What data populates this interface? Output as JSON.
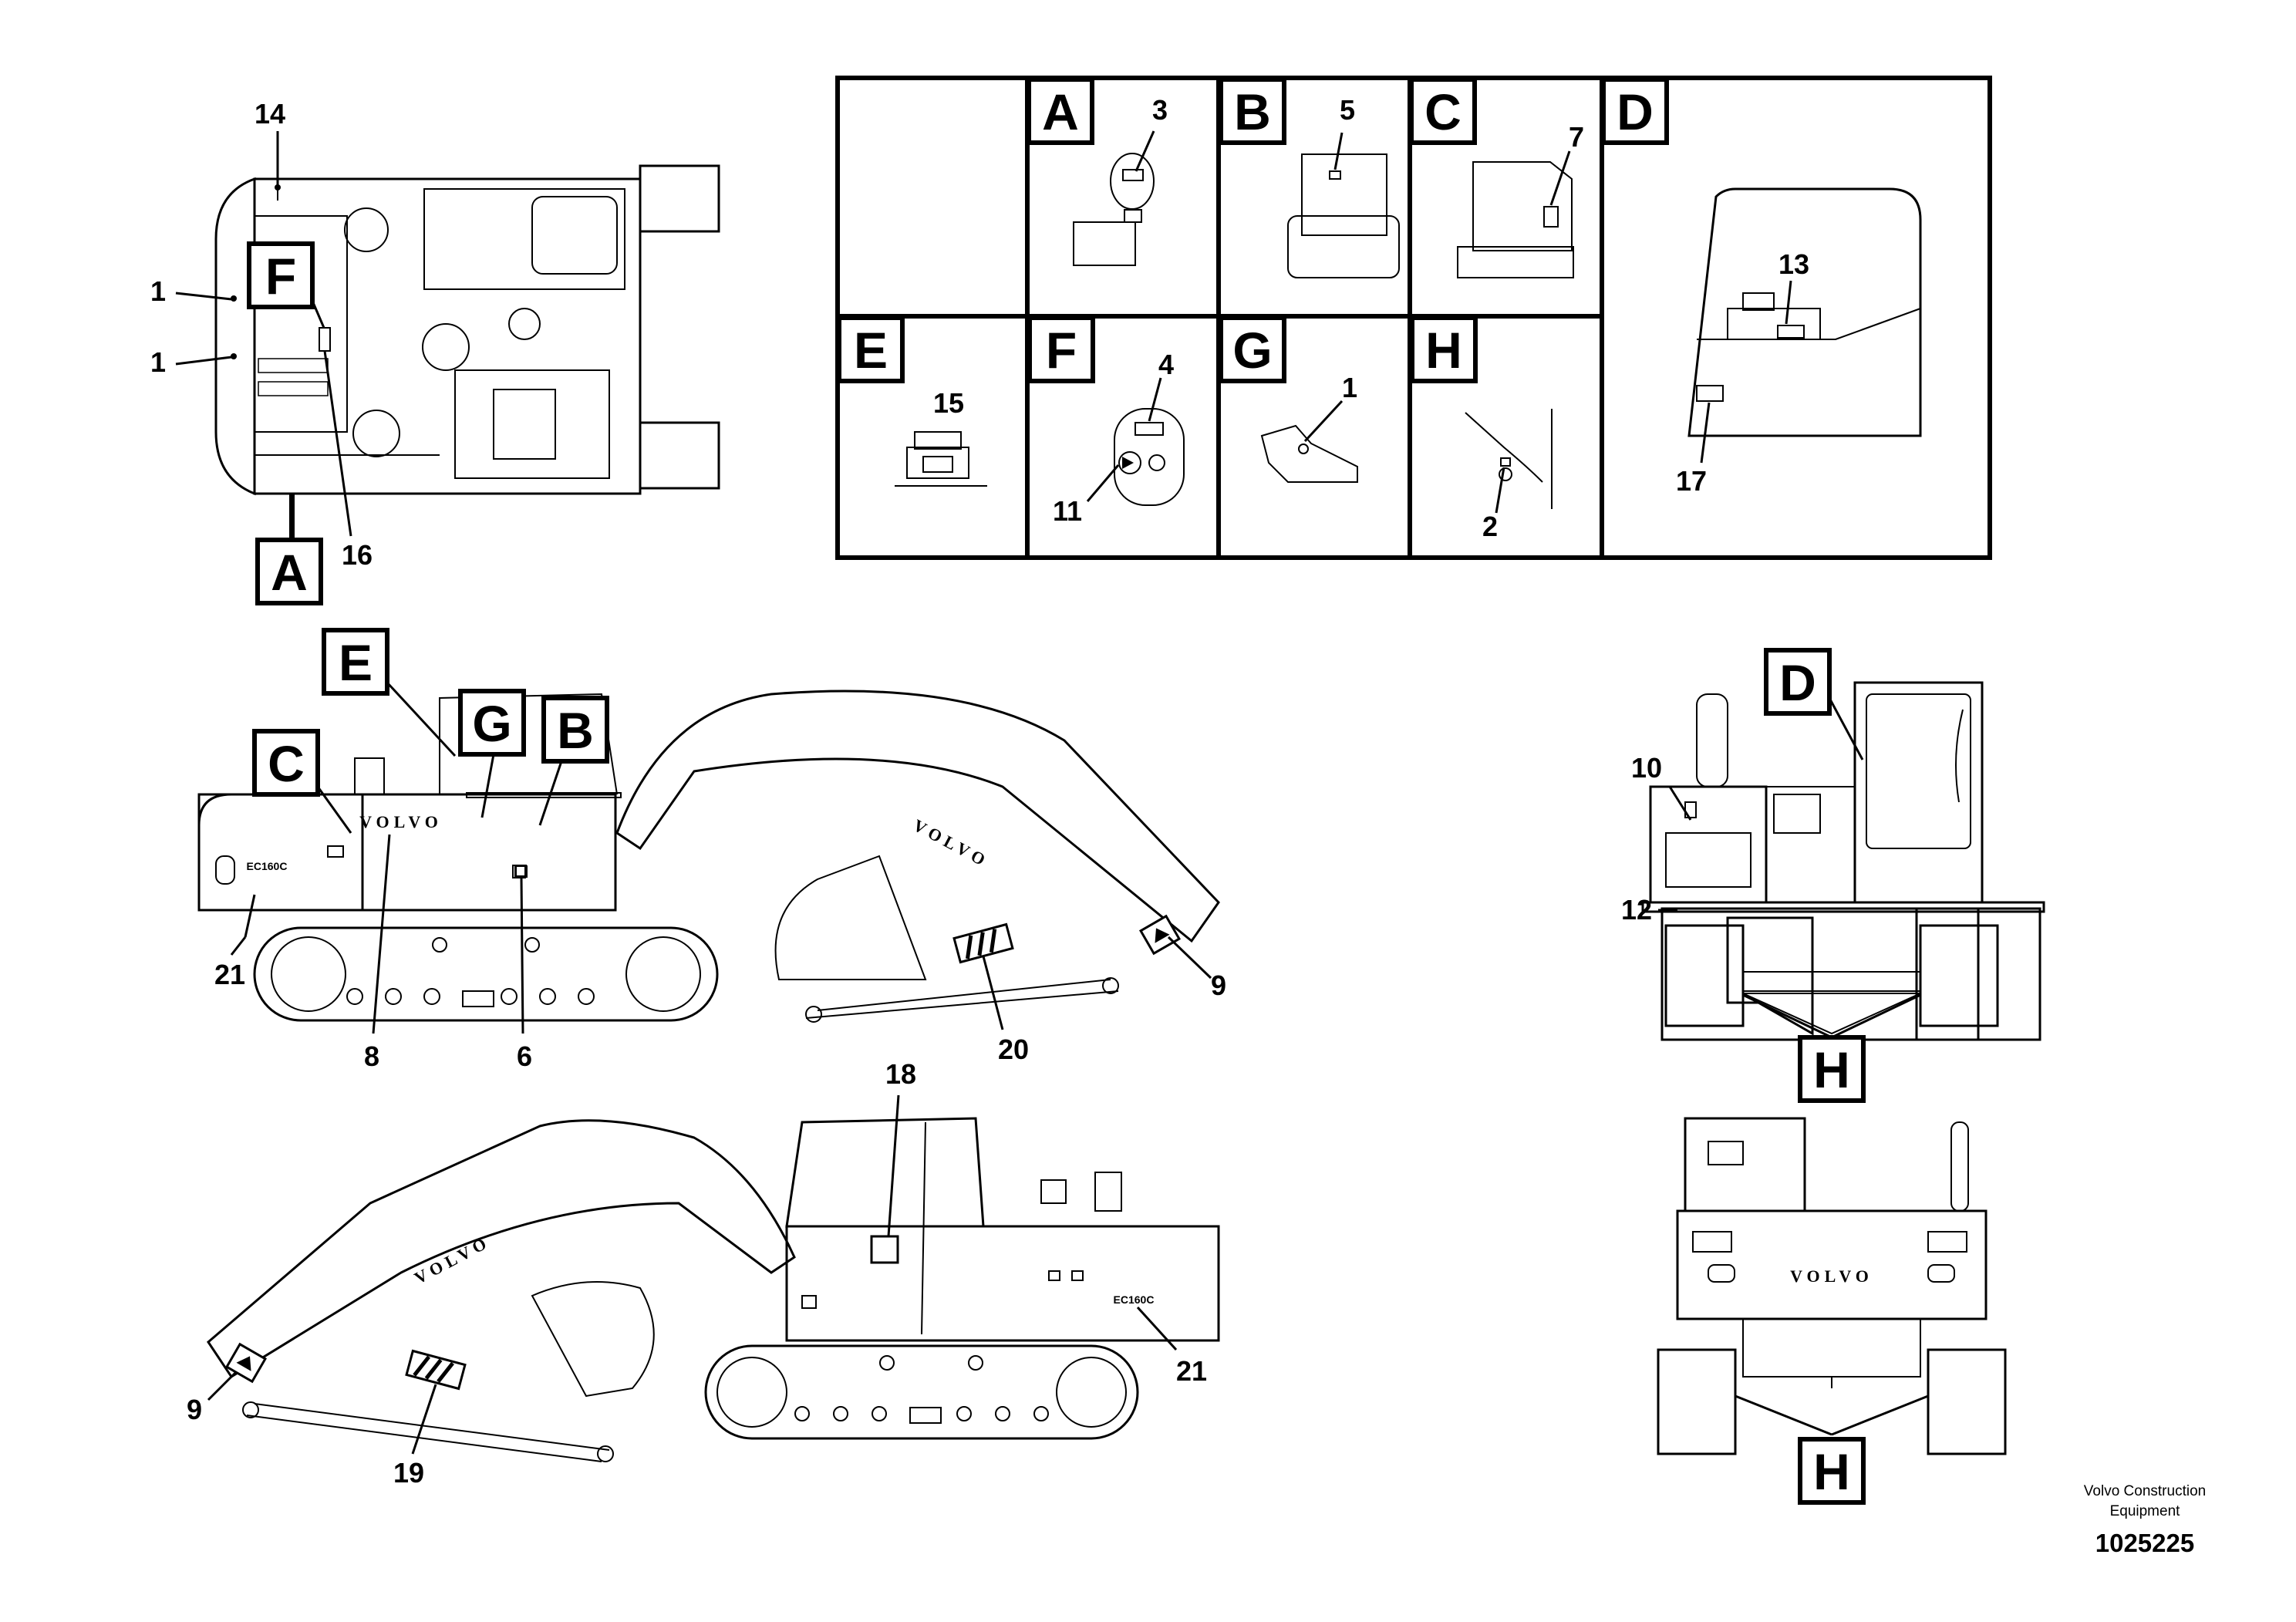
{
  "footer": {
    "company_line1": "Volvo Construction",
    "company_line2": "Equipment",
    "drawing_number": "1025225"
  },
  "brand_decal": "VOLVO",
  "model_decal": "EC160C",
  "detail_panels": [
    {
      "letter": "A",
      "callouts": [
        "3"
      ]
    },
    {
      "letter": "B",
      "callouts": [
        "5"
      ]
    },
    {
      "letter": "C",
      "callouts": [
        "7"
      ]
    },
    {
      "letter": "D",
      "callouts": [
        "13",
        "17"
      ]
    },
    {
      "letter": "E",
      "callouts": [
        "15"
      ]
    },
    {
      "letter": "F",
      "callouts": [
        "4",
        "11"
      ]
    },
    {
      "letter": "G",
      "callouts": [
        "1"
      ]
    },
    {
      "letter": "H",
      "callouts": [
        "2"
      ]
    }
  ],
  "top_view": {
    "view_letters": [
      "F",
      "A"
    ],
    "callouts": [
      "14",
      "1",
      "1",
      "16"
    ]
  },
  "side_view_left": {
    "view_letters": [
      "E",
      "C",
      "G",
      "B"
    ],
    "callouts": [
      "21",
      "8",
      "6",
      "20",
      "9"
    ]
  },
  "side_view_right": {
    "callouts": [
      "18",
      "9",
      "19",
      "21"
    ]
  },
  "rear_view": {
    "view_letters": [
      "D",
      "H"
    ],
    "callouts": [
      "10",
      "12"
    ]
  },
  "front_view": {
    "view_letters": [
      "H"
    ]
  }
}
